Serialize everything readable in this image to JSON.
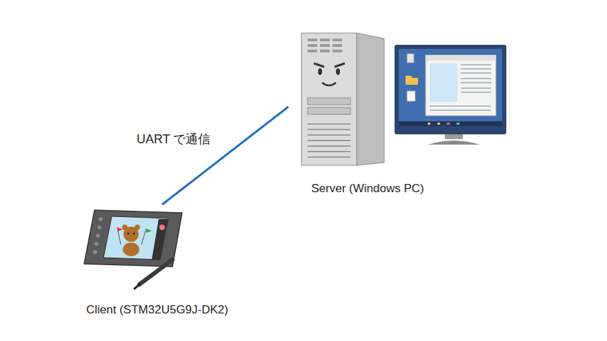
{
  "diagram": {
    "nodes": [
      {
        "text": [
          "Server (Windows PC)"
        ]
      },
      {
        "text": [
          "Client (STM32U5G9J-DK2)"
        ]
      }
    ],
    "edges": [
      {
        "from": 0,
        "to": 1,
        "label": "UART で通信",
        "arrow": "none"
      }
    ]
  }
}
